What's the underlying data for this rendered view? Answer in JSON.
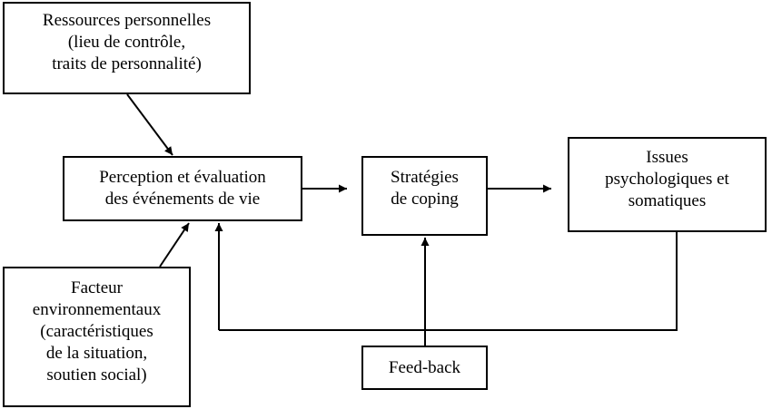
{
  "boxes": {
    "ressources": {
      "lines": [
        "Ressources personnelles",
        "(lieu de contrôle,",
        "traits de personnalité)"
      ]
    },
    "perception": {
      "lines": [
        "Perception et évaluation",
        "des événements de vie"
      ]
    },
    "strategies": {
      "lines": [
        "Stratégies",
        "de coping"
      ]
    },
    "issues": {
      "lines": [
        "Issues",
        "psychologiques et",
        "somatiques"
      ]
    },
    "facteur": {
      "lines": [
        "Facteur",
        "environnementaux",
        "(caractéristiques",
        "de la situation,",
        "soutien social)"
      ]
    },
    "feedback": {
      "lines": [
        "Feed-back"
      ]
    }
  },
  "colors": {
    "stroke": "#000000",
    "background": "#ffffff"
  }
}
